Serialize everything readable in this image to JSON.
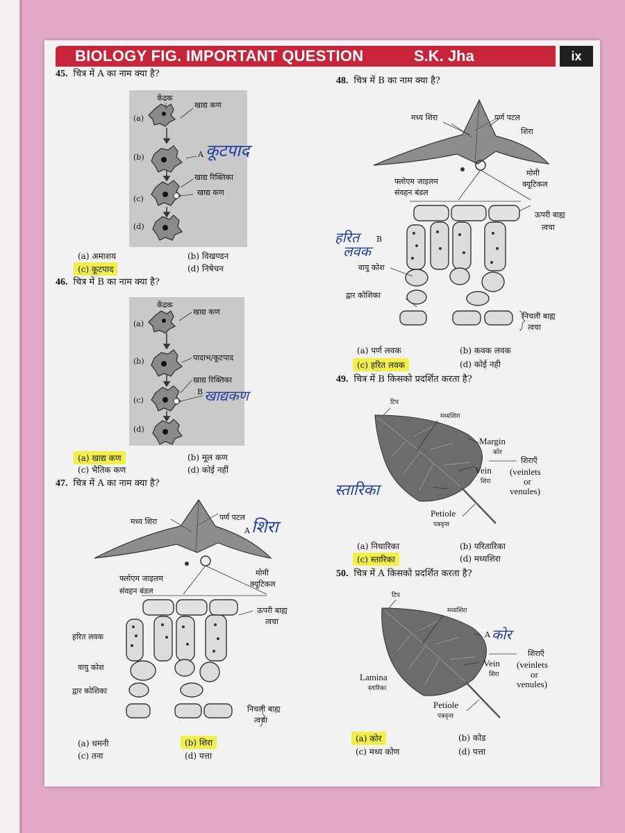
{
  "header": {
    "title": "BIOLOGY FIG. IMPORTANT QUESTION",
    "author": "S.K. Jha",
    "page_number": "ix"
  },
  "q45": {
    "number": "45.",
    "text": "चित्र में A का नाम क्या है?",
    "labels": {
      "nucleus": "केंद्रक",
      "food_particle": "खाद्य कण",
      "a": "(a)",
      "b": "(b)",
      "c": "(c)",
      "d": "(d)",
      "marker": "A",
      "vacuole": "खाद्य रिक्तिका",
      "food_particle2": "खाद्य कण"
    },
    "handwritten": "कूटपाद",
    "options": {
      "a": "(a) अमाशय",
      "b": "(b) विखण्डन",
      "c": "(c) कूटपाद",
      "d": "(d) निषेचन"
    }
  },
  "q46": {
    "number": "46.",
    "text": "चित्र में B का नाम क्या है?",
    "labels": {
      "nucleus": "केंद्रक",
      "food_particle": "खाद्य कण",
      "a": "(a)",
      "b": "(b)",
      "c": "(c)",
      "d": "(d)",
      "pseudopod": "पादाभ/कूटपाद",
      "vacuole": "खाद्य रिक्तिका",
      "marker": "B"
    },
    "handwritten": "खाद्यकण",
    "options": {
      "a": "(a) खाद्य कण",
      "b": "(b) मूल कण",
      "c": "(c) भैतिक कण",
      "d": "(d) कोई नहीं"
    }
  },
  "q47": {
    "number": "47.",
    "text": "चित्र में A का नाम क्या है?",
    "labels": {
      "midrib": "मध्य शिरा",
      "lamina": "पर्ण पटल",
      "marker": "A",
      "waxy": "मोमी",
      "cuticle": "क्यूटिकल",
      "phloem": "फ्लोएम जाइलम",
      "bundle": "संवहन बंडल",
      "upper": "ऊपरी बाह्य",
      "tvacha": "त्वचा",
      "chloroplast": "हरित लवक",
      "air": "वायु कोश",
      "guard": "द्वार कोशिका",
      "lower": "निचली बाह्य",
      "tvacha2": "त्वचा"
    },
    "handwritten": "शिरा",
    "options": {
      "a": "(a) धमनी",
      "b": "(b) शिरा",
      "c": "(c) तना",
      "d": "(d) पत्ता"
    }
  },
  "q48": {
    "number": "48.",
    "text": "चित्र में B का नाम क्या है?",
    "labels": {
      "midrib": "मध्य शिरा",
      "lamina": "पर्ण पटल",
      "vein": "शिरा",
      "waxy": "मोमी",
      "cuticle": "क्यूटिकल",
      "phloem": "फ्लोएम जाइलम",
      "bundle": "संवहन बंडल",
      "upper": "ऊपरी बाह्य",
      "tvacha": "त्वचा",
      "marker": "B",
      "air": "वायु कोश",
      "guard": "द्वार कोशिका",
      "lower": "निचली बाह्य",
      "tvacha2": "त्वचा"
    },
    "handwritten1": "हरित",
    "handwritten2": "लवक",
    "options": {
      "a": "(a) पर्ण लवक",
      "b": "(b) कवक लवक",
      "c": "(c) हरित लवक",
      "d": "(d) कोई नही"
    }
  },
  "q49": {
    "number": "49.",
    "text": "चित्र में B किसको प्रदर्शित करता है?",
    "labels": {
      "tip": "टिप",
      "midrib": "मध्यशिरा",
      "margin": "Margin",
      "margin_hi": "कोर",
      "veins_hi": "शिराएँ",
      "veinlets": "(veinlets",
      "or": "or",
      "venules": "venules)",
      "vein": "Vein",
      "vein_hi": "शिरा",
      "petiole": "Petiole",
      "petiole_hi": "पत्रवृन्त"
    },
    "handwritten": "स्तारिका",
    "options": {
      "a": "(a) निधारिका",
      "b": "(b) परितारिका",
      "c": "(c) स्तारिका",
      "d": "(d) मध्यशिरा"
    }
  },
  "q50": {
    "number": "50.",
    "text": "चित्र में A किसको प्रदर्शित करता है?",
    "labels": {
      "tip": "टिप",
      "midrib": "मध्यशिरा",
      "marker": "A",
      "veins_hi": "शिराएँ",
      "veinlets": "(veinlets",
      "or": "or",
      "venules": "venules)",
      "vein": "Vein",
      "vein_hi": "शिरा",
      "lamina": "Lamina",
      "lamina_hi": "स्तारिका",
      "petiole": "Petiole",
      "petiole_hi": "पत्रवृन्त"
    },
    "handwritten": "कोर",
    "options": {
      "a": "(a) कोर",
      "b": "(b) कोड",
      "c": "(c) मध्य कोण",
      "d": "(d) पत्ता"
    }
  },
  "colors": {
    "header_red": "#c7243a",
    "highlight": "#f2f046",
    "ink_blue": "#1d3f9e",
    "background_pink": "#e4a9c6"
  }
}
